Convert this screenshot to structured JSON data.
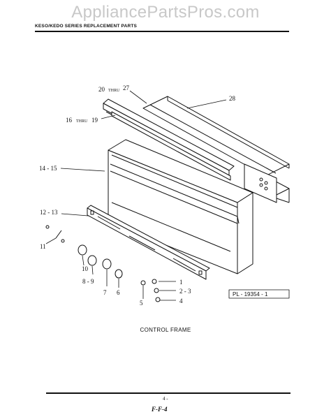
{
  "watermark": "AppliancePartsPros.com",
  "header": {
    "series_title": "KESO/KEDO SERIES REPLACEMENT PARTS"
  },
  "labels": {
    "c1_a": "20",
    "c1_thru": "THRU",
    "c1_b": "27",
    "c2": "28",
    "c3_a": "16",
    "c3_thru": "THRU",
    "c3_b": "19",
    "c4": "14 - 15",
    "c5": "12 - 13",
    "c6": "11",
    "c7": "10",
    "c8": "8 - 9",
    "c9": "7",
    "c10": "6",
    "c11": "5",
    "c12": "1",
    "c13": "2 - 3",
    "c14": "4"
  },
  "diagram_id": "PL - 19354 - 1",
  "caption": "CONTROL FRAME",
  "footer": {
    "page": "4 -",
    "signature": "F-F-4"
  }
}
